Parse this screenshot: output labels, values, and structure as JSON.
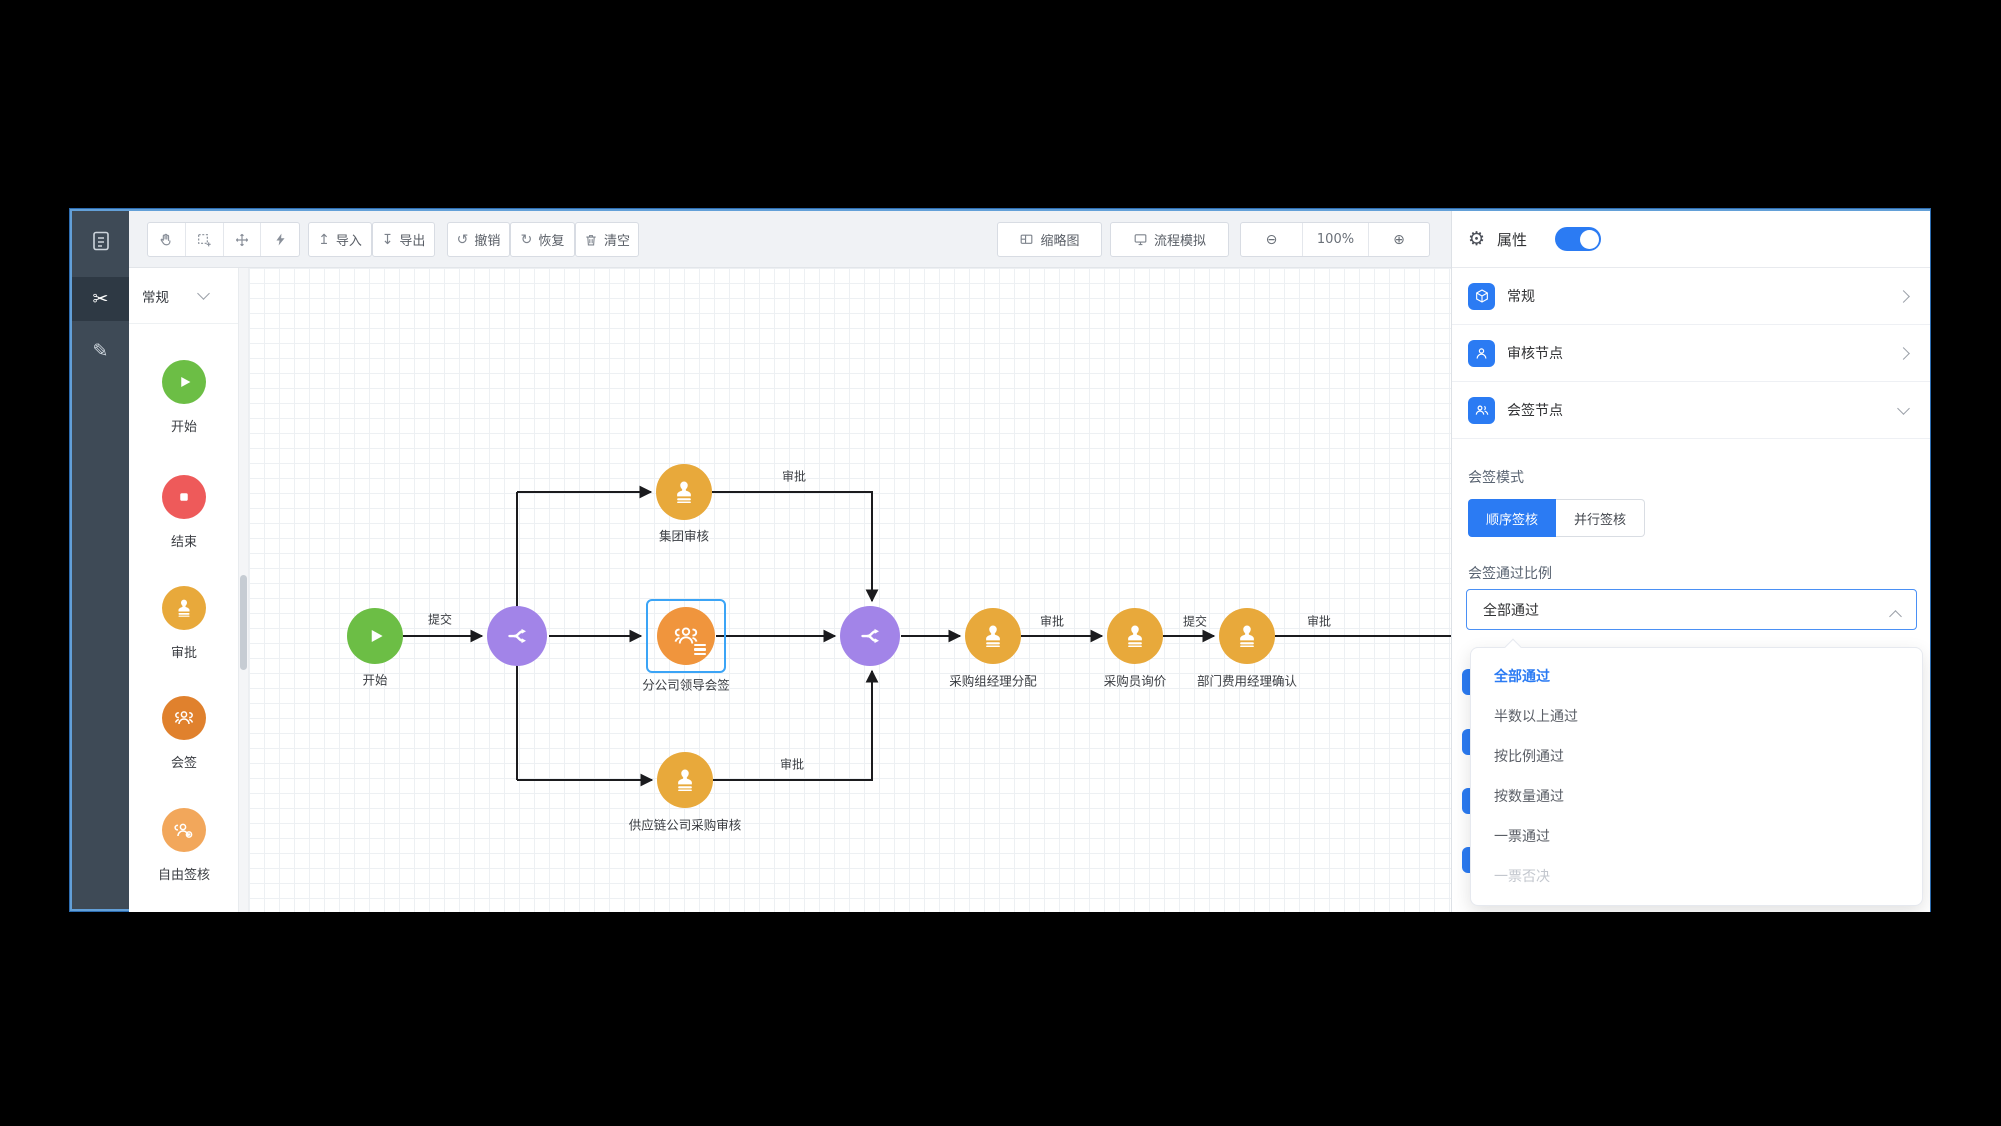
{
  "toolbar": {
    "import": "导入",
    "export": "导出",
    "undo": "撤销",
    "redo": "恢复",
    "clear": "清空",
    "minimap": "缩略图",
    "simulate": "流程模拟",
    "zoom_level": "100%"
  },
  "icons": {
    "gear": "⚙",
    "undo": "↺",
    "redo": "↻",
    "zoom_out": "⊖",
    "zoom_in": "⊕",
    "import_arrow": "↥",
    "export_arrow": "↧",
    "scissors": "✂",
    "pen": "✎"
  },
  "palette": {
    "group": "常规",
    "items": [
      "开始",
      "结束",
      "审批",
      "会签",
      "自由签核"
    ]
  },
  "canvas": {
    "nodes": {
      "start": "开始",
      "group_audit": "集团审核",
      "branch_sign": "分公司领导会签",
      "supply_audit": "供应链公司采购审核",
      "pm_assign": "采购组经理分配",
      "buyer_inquiry": "采购员询价",
      "dept_confirm": "部门费用经理确认"
    },
    "edges": {
      "submit1": "提交",
      "approve_top": "审批",
      "approve_bottom": "审批",
      "approve_mid": "审批",
      "submit2": "提交",
      "approve_right": "审批"
    }
  },
  "panel": {
    "title": "属性",
    "sections": [
      {
        "label": "常规"
      },
      {
        "label": "审核节点"
      },
      {
        "label": "会签节点"
      }
    ],
    "sign_mode_label": "会签模式",
    "mode_sequential": "顺序签核",
    "mode_parallel": "并行签核",
    "ratio_label": "会签通过比例",
    "select_value": "全部通过",
    "options": [
      "全部通过",
      "半数以上通过",
      "按比例通过",
      "按数量通过",
      "一票通过",
      "一票否决"
    ]
  },
  "colors": {
    "accent_blue": "#2b7bf3",
    "selection_blue": "#3ba4f6",
    "start_green": "#6cbe45",
    "end_red": "#ee5a5a",
    "approve_amber": "#e8a93b",
    "countersign_orange": "#e0812d",
    "free_sign_orange": "#f2a75b",
    "gateway_purple": "#a284e8",
    "sidebar_dark": "#3e4a56"
  }
}
